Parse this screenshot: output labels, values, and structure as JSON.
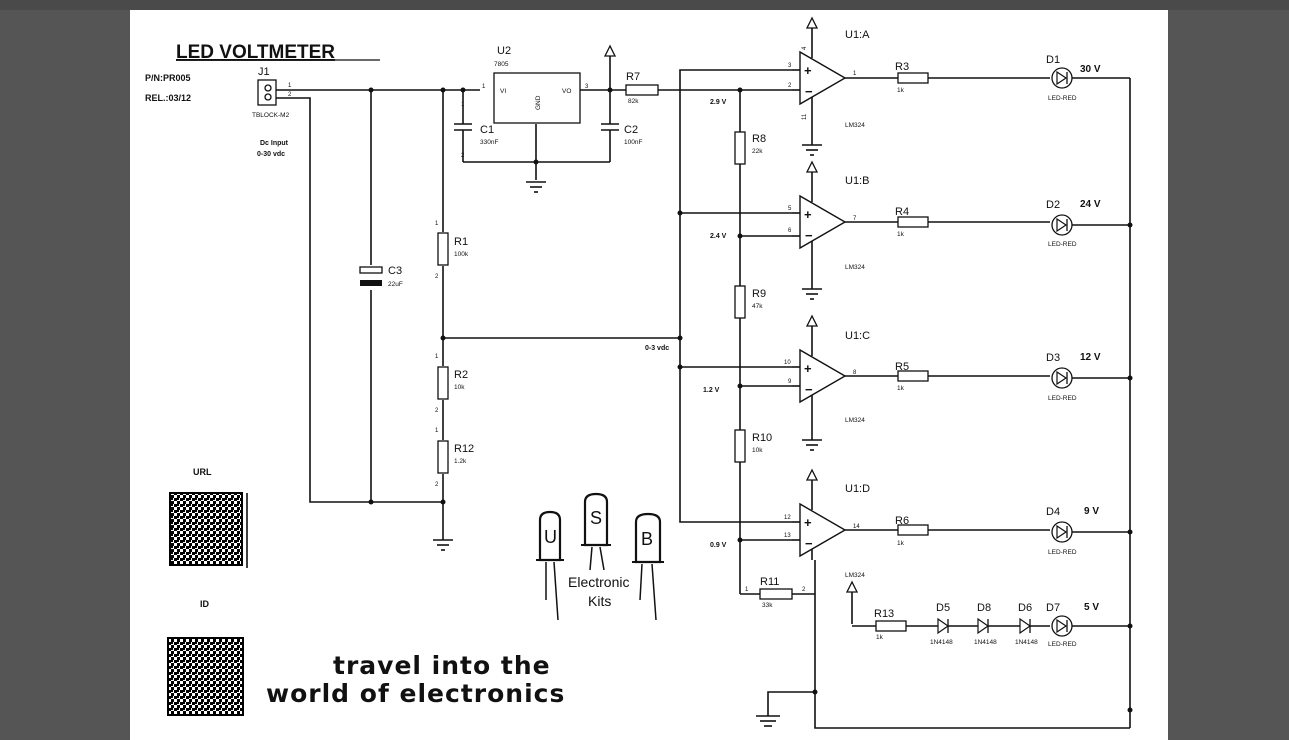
{
  "title": "LED VOLTMETER",
  "part_number": "P/N:PR005",
  "revision": "REL.:03/12",
  "input": {
    "ref": "J1",
    "type": "TBLOCK-M2",
    "label_line1": "Dc Input",
    "label_line2": "0-30 vdc"
  },
  "regulator": {
    "ref": "U2",
    "part": "7805",
    "vi": "VI",
    "vo": "VO",
    "gnd": "GND"
  },
  "capacitors": [
    {
      "ref": "C1",
      "value": "330nF"
    },
    {
      "ref": "C2",
      "value": "100nF"
    },
    {
      "ref": "C3",
      "value": "22uF"
    }
  ],
  "resistors": [
    {
      "ref": "R1",
      "value": "100k"
    },
    {
      "ref": "R2",
      "value": "10k"
    },
    {
      "ref": "R12",
      "value": "1.2k"
    },
    {
      "ref": "R7",
      "value": "82k"
    },
    {
      "ref": "R8",
      "value": "22k"
    },
    {
      "ref": "R9",
      "value": "47k"
    },
    {
      "ref": "R10",
      "value": "10k"
    },
    {
      "ref": "R11",
      "value": "33k"
    },
    {
      "ref": "R3",
      "value": "1k"
    },
    {
      "ref": "R4",
      "value": "1k"
    },
    {
      "ref": "R5",
      "value": "1k"
    },
    {
      "ref": "R6",
      "value": "1k"
    },
    {
      "ref": "R13",
      "value": "1k"
    }
  ],
  "opamps": [
    {
      "ref": "U1:A",
      "part": "LM324"
    },
    {
      "ref": "U1:B",
      "part": "LM324"
    },
    {
      "ref": "U1:C",
      "part": "LM324"
    },
    {
      "ref": "U1:D",
      "part": "LM324"
    }
  ],
  "ref_voltages": [
    "2.9 V",
    "2.4 V",
    "1.2 V",
    "0.9 V"
  ],
  "sense_voltage": "0-3 vdc",
  "leds": [
    {
      "ref": "D1",
      "part": "LED-RED",
      "level": "30 V"
    },
    {
      "ref": "D2",
      "part": "LED-RED",
      "level": "24 V"
    },
    {
      "ref": "D3",
      "part": "LED-RED",
      "level": "12 V"
    },
    {
      "ref": "D4",
      "part": "LED-RED",
      "level": "9 V"
    },
    {
      "ref": "D7",
      "part": "LED-RED",
      "level": "5 V"
    }
  ],
  "diodes": [
    {
      "ref": "D5",
      "part": "1N4148"
    },
    {
      "ref": "D8",
      "part": "1N4148"
    },
    {
      "ref": "D6",
      "part": "1N4148"
    }
  ],
  "url_label": "URL",
  "id_label": "ID",
  "logo": {
    "letters": [
      "U",
      "S",
      "B"
    ],
    "line1": "Electronic",
    "line2": "Kits"
  },
  "slogan_line1": "travel into the",
  "slogan_line2": "world of electronics"
}
